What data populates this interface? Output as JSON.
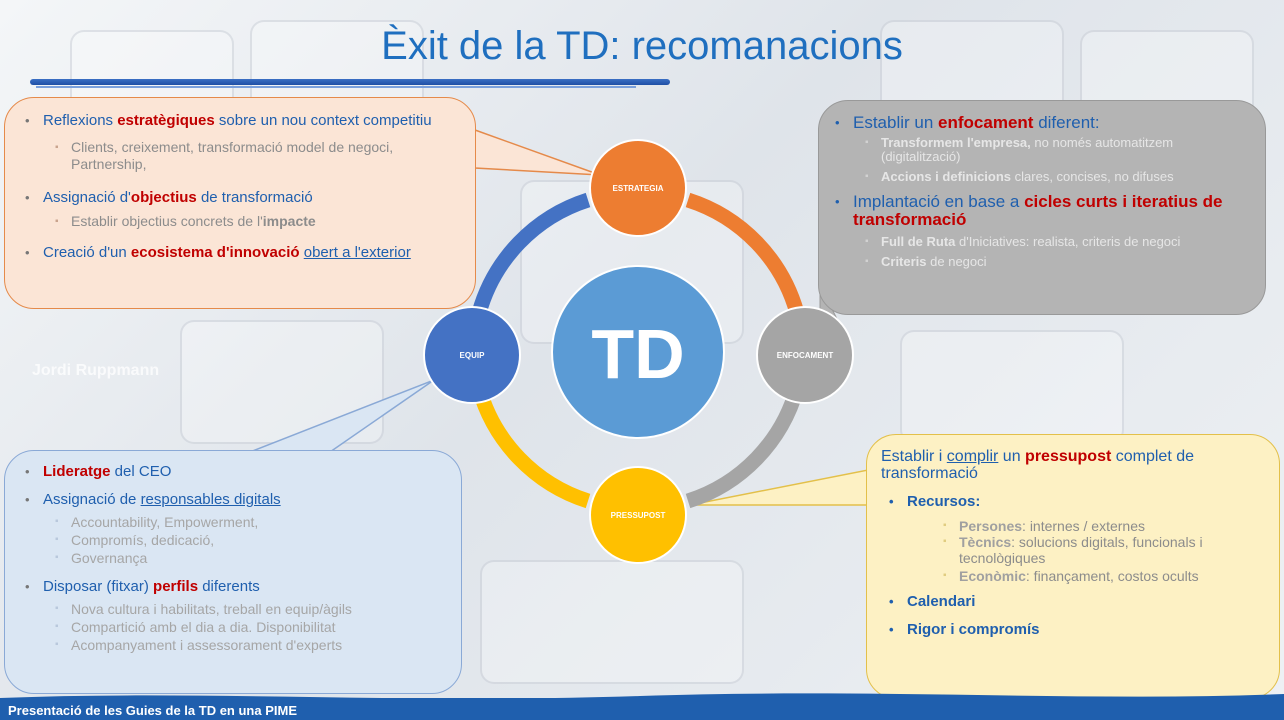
{
  "title": "Èxit de la TD: recomanacions",
  "author": "Jordi Ruppmann",
  "footer": "Presentació de les Guies de la TD en una PIME",
  "center": {
    "label": "TD",
    "color": "#5b9bd5"
  },
  "nodes": {
    "top": {
      "label": "ESTRATEGIA",
      "color": "#ed7d31"
    },
    "right": {
      "label": "ENFOCAMENT",
      "color": "#a5a5a5"
    },
    "bottom": {
      "label": "PRESSUPOST",
      "color": "#ffc000"
    },
    "left": {
      "label": "EQUIP",
      "color": "#4472c4"
    }
  },
  "estrategia": {
    "i1_a": "Reflexions ",
    "i1_b": "estratègiques",
    "i1_c": " sobre un nou context competitiu",
    "i1_sub": "Clients, creixement, transformació model de negoci, Partnership,",
    "i2_a": "Assignació d'",
    "i2_b": "objectius",
    "i2_c": " de transformació",
    "i2_sub_a": "Establir objectius concrets de l'",
    "i2_sub_b": "impacte",
    "i3_a": "Creació d'un ",
    "i3_b": "ecosistema d'innovació",
    "i3_c": " ",
    "i3_d": "obert a l'exterior"
  },
  "enfocament": {
    "i1_a": "Establir un ",
    "i1_b": "enfocament",
    "i1_c": " diferent:",
    "s1_a": "Transformem l'empresa,",
    "s1_b": " no només automatitzem (digitalització)",
    "s2_a": "Accions i definicions",
    "s2_b": " clares, concises, no difuses",
    "i2_a": "Implantació en base a ",
    "i2_b": "cicles curts i iteratius de transformació",
    "s3_a": "Full de Ruta",
    "s3_b": " d'Iniciatives: realista, criteris de negoci",
    "s4_a": "Criteris",
    "s4_b": " de negoci"
  },
  "equip": {
    "i1_a": "Lideratge",
    "i1_b": " del CEO",
    "i2_a": "Assignació de ",
    "i2_b": "responsables digitals",
    "s1": "Accountability, Empowerment,",
    "s2": "Compromís, dedicació,",
    "s3": "Governança",
    "i3_a": "Disposar (fitxar) ",
    "i3_b": "perfils",
    "i3_c": " diferents",
    "s4": "Nova cultura i habilitats, treball en equip/àgils",
    "s5": "Compartició amb el dia a dia. Disponibilitat",
    "s6": "Acompanyament i assessorament d'experts"
  },
  "pressupost": {
    "intro_a": "Establir i ",
    "intro_b": "complir",
    "intro_c": " un ",
    "intro_d": "pressupost",
    "intro_e": " complet de transformació",
    "i1": "Recursos:",
    "s1_a": "Persones",
    "s1_b": ": internes / externes",
    "s2_a": "Tècnics",
    "s2_b": ": solucions digitals, funcionals i tecnològiques",
    "s3_a": "Econòmic",
    "s3_b": ": finançament, costos ocults",
    "i2": "Calendari",
    "i3": "Rigor i compromís"
  }
}
